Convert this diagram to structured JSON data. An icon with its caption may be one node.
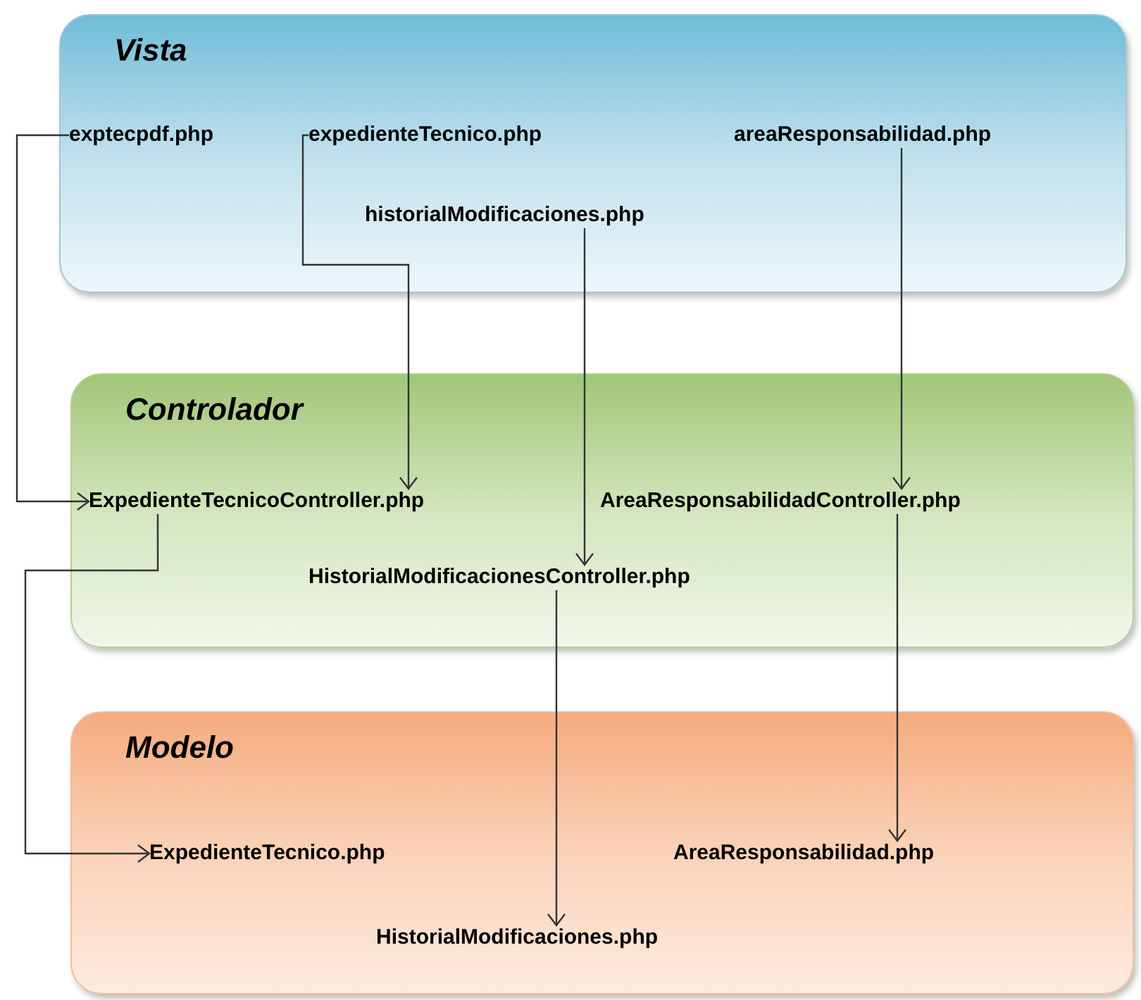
{
  "diagram": {
    "nodes": [
      {
        "text": [
          "Vista"
        ]
      },
      {
        "text": [
          "exptecpdf.php"
        ],
        "in": 0
      },
      {
        "text": [
          "expedienteTecnico.php"
        ],
        "in": 0
      },
      {
        "text": [
          "areaResponsabilidad.php"
        ],
        "in": 0
      },
      {
        "text": [
          "historialModificaciones.php"
        ],
        "in": 0
      },
      {
        "text": [
          "Controlador"
        ]
      },
      {
        "text": [
          "ExpedienteTecnicoController.php"
        ],
        "in": 5
      },
      {
        "text": [
          "AreaResponsabilidadController.php"
        ],
        "in": 5
      },
      {
        "text": [
          "HistorialModificacionesController.php"
        ],
        "in": 5
      },
      {
        "text": [
          "Modelo"
        ]
      },
      {
        "text": [
          "ExpedienteTecnico.php"
        ],
        "in": 9
      },
      {
        "text": [
          "AreaResponsabilidad.php"
        ],
        "in": 9
      },
      {
        "text": [
          "HistorialModificaciones.php"
        ],
        "in": 9
      }
    ],
    "edges": [
      {
        "from": 1,
        "to": 6,
        "arrow": "to"
      },
      {
        "from": 2,
        "to": 6,
        "arrow": "to"
      },
      {
        "from": 3,
        "to": 7,
        "arrow": "to"
      },
      {
        "from": 4,
        "to": 8,
        "arrow": "to"
      },
      {
        "from": 6,
        "to": 10,
        "arrow": "to"
      },
      {
        "from": 8,
        "to": 12,
        "arrow": "to"
      },
      {
        "from": 7,
        "to": 11,
        "arrow": "to"
      }
    ]
  }
}
